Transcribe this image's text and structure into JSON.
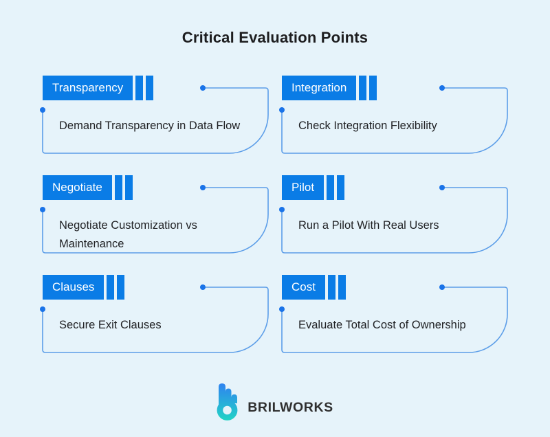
{
  "title": "Critical Evaluation Points",
  "cards": [
    {
      "label": "Transparency",
      "description": "Demand Transparency in Data Flow"
    },
    {
      "label": "Integration",
      "description": "Check Integration Flexibility"
    },
    {
      "label": "Negotiate",
      "description": "Negotiate Customization vs Maintenance"
    },
    {
      "label": "Pilot",
      "description": "Run a Pilot With Real Users"
    },
    {
      "label": "Clauses",
      "description": "Secure Exit Clauses"
    },
    {
      "label": "Cost",
      "description": "Evaluate Total Cost of Ownership"
    }
  ],
  "footer": {
    "brand": "BRILWORKS",
    "logo_icon": "brilworks-b-logo"
  },
  "colors": {
    "background": "#e6f3fa",
    "accent_blue": "#0a7ce6",
    "connector_line": "#5b9de8",
    "connector_dot": "#1a73e8",
    "title_text": "#1d1d1f",
    "body_text": "#202124",
    "brand_text": "#2f2f2f",
    "logo_gradient_top": "#2f7ff2",
    "logo_gradient_bottom": "#22d4c5"
  }
}
